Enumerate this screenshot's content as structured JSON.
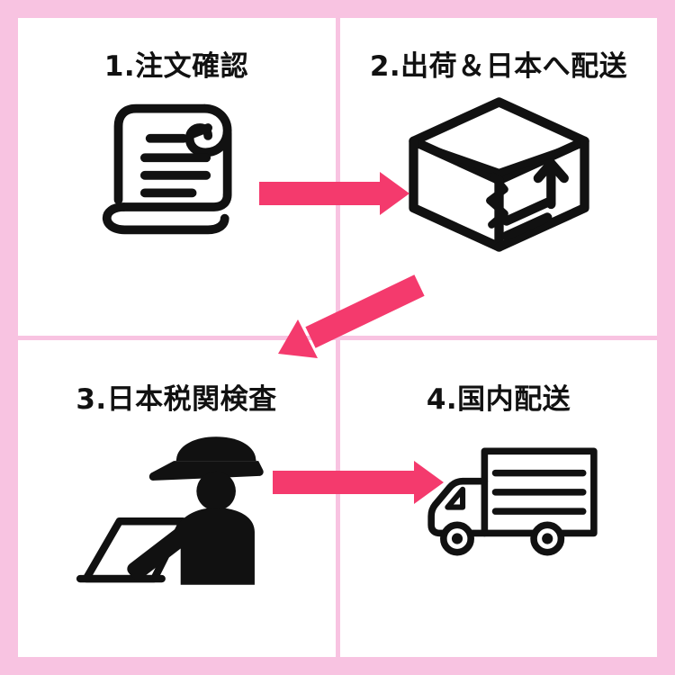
{
  "diagram": {
    "steps": [
      {
        "label": "1.注文確認",
        "icon": "scroll-document-icon"
      },
      {
        "label": "2.出荷＆日本へ配送",
        "icon": "shipping-box-icon"
      },
      {
        "label": "3.日本税関検査",
        "icon": "customs-officer-icon"
      },
      {
        "label": "4.国内配送",
        "icon": "delivery-truck-icon"
      }
    ],
    "arrows": [
      {
        "from": "step-1",
        "to": "step-2"
      },
      {
        "from": "step-2",
        "to": "step-3"
      },
      {
        "from": "step-3",
        "to": "step-4"
      }
    ]
  },
  "colors": {
    "border": "#f8c3e1",
    "arrow": "#f43a6d",
    "ink": "#111111",
    "bg": "#ffffff"
  }
}
